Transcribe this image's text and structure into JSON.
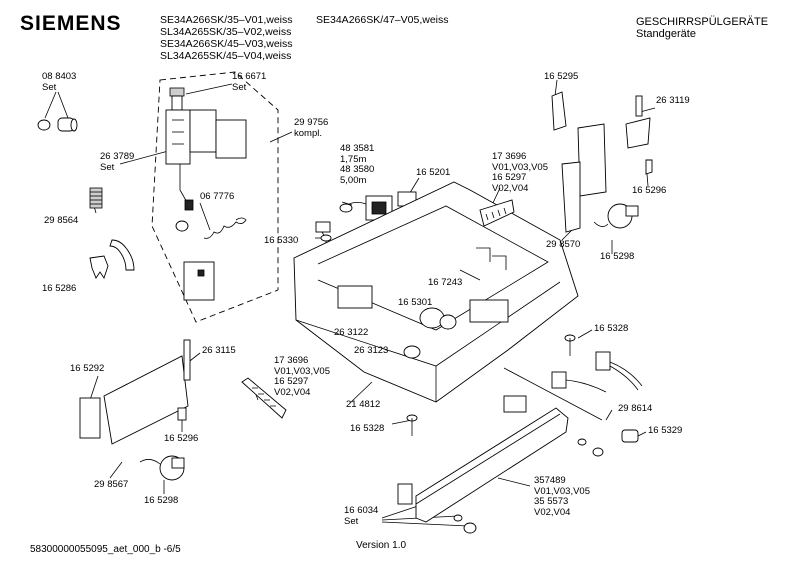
{
  "header": {
    "brand": "SIEMENS",
    "models_left": [
      "SE34A266SK/35–V01,weiss",
      "SL34A265SK/35–V02,weiss",
      "SE34A266SK/45–V03,weiss",
      "SL34A265SK/45–V04,weiss"
    ],
    "models_right": "SE34A266SK/47–V05,weiss",
    "category": "GESCHIRRSPÜLGERÄTE",
    "subcategory": "Standgeräte"
  },
  "parts": [
    [
      "08 8403",
      "Set"
    ],
    [
      "16 6671",
      "Set"
    ],
    [
      "29 9756",
      "kompl."
    ],
    [
      "26 3789",
      "Set"
    ],
    [
      "29 8564"
    ],
    [
      "06 7776"
    ],
    [
      "16 5286"
    ],
    [
      "48 3581",
      "1,75m",
      "48 3580",
      "5,00m"
    ],
    [
      "16 5201"
    ],
    [
      "16 5330"
    ],
    [
      "17 3696",
      "V01,V03,V05",
      "16 5297",
      "V02,V04"
    ],
    [
      "16 5295"
    ],
    [
      "26 3119"
    ],
    [
      "16 5296"
    ],
    [
      "29 8570"
    ],
    [
      "16 5298"
    ],
    [
      "16 7243"
    ],
    [
      "16 5301"
    ],
    [
      "26 3122"
    ],
    [
      "26 3123"
    ],
    [
      "16 5328"
    ],
    [
      "16 5292"
    ],
    [
      "26 3115"
    ],
    [
      "17 3696",
      "V01,V03,V05",
      "16 5297",
      "V02,V04"
    ],
    [
      "21 4812"
    ],
    [
      "16 5296"
    ],
    [
      "16 5328"
    ],
    [
      "29 8614"
    ],
    [
      "16 5329"
    ],
    [
      "29 8567"
    ],
    [
      "16 5298"
    ],
    [
      "357489",
      "V01,V03,V05",
      "35 5573",
      "V02,V04"
    ],
    [
      "16 6034",
      "Set"
    ]
  ],
  "footer": {
    "doc_number": "58300000055095_aet_000_b -6/5",
    "version": "Version 1.0"
  }
}
